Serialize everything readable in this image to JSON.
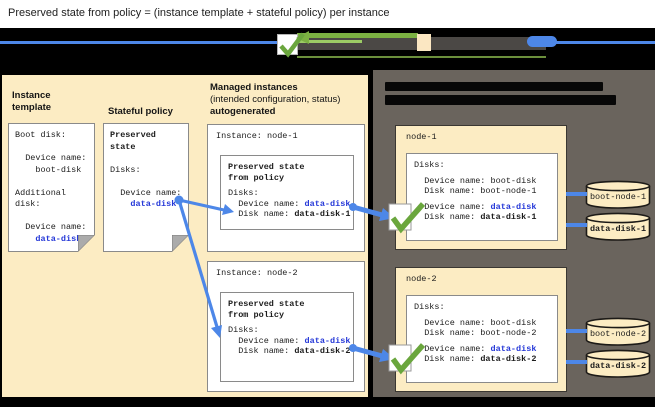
{
  "title": "Preserved state from policy = (instance template + stateful policy) per instance",
  "colors": {
    "cream_panel": "#fcecc3",
    "dark_panel": "#6a645d",
    "link_blue": "#2538d8",
    "arrow_blue": "#4d87e8",
    "check_green": "#6aa63d",
    "legend_green": "#7cb142"
  },
  "left_panel": {
    "instance_template": {
      "heading": "Instance template",
      "body": "Boot disk:\n\n  Device name:\n    boot-disk\n\nAdditional\ndisk:\n\n  Device name:\n",
      "data_disk_value": "    data-disk"
    },
    "stateful_policy": {
      "heading": "Stateful policy",
      "preserved_state_heading": "Preserved\nstate",
      "body": "\n\nDisks:\n\n  Device name:\n",
      "data_disk_value": "    data-disk"
    },
    "managed_instances": {
      "heading": "Managed instances",
      "subheading": "(intended configuration, status)",
      "subheading_2": "autogenerated",
      "node1": {
        "title": "Instance: node-1",
        "preserved_heading": "Preserved state\nfrom policy",
        "disks_label": "Disks:",
        "device_prefix": "  Device name: ",
        "device_value": "data-disk",
        "disk_prefix": "  Disk name: ",
        "disk_value": "data-disk-1"
      },
      "node2": {
        "title": "Instance: node-2",
        "preserved_heading": "Preserved state\nfrom policy",
        "disks_label": "Disks:",
        "device_prefix": "  Device name: ",
        "device_value": "data-disk",
        "disk_prefix": "  Disk name: ",
        "disk_value": "data-disk-2"
      }
    }
  },
  "right_panel": {
    "node1": {
      "title": "node-1",
      "disks_label": "Disks:",
      "boot_device_line": "  Device name: boot-disk",
      "boot_disk_line": "  Disk name: boot-node-1",
      "data_device_prefix": "  Device name: ",
      "data_device_value": "data-disk",
      "data_disk_prefix": "  Disk name: ",
      "data_disk_value": "data-disk-1",
      "boot_cylinder_label": "boot-node-1",
      "data_cylinder_label": "data-disk-1"
    },
    "node2": {
      "title": "node-2",
      "disks_label": "Disks:",
      "boot_device_line": "  Device name: boot-disk",
      "boot_disk_line": "  Disk name: boot-node-2",
      "data_device_prefix": "  Device name: ",
      "data_device_value": "data-disk",
      "data_disk_prefix": "  Disk name: ",
      "data_disk_value": "data-disk-2",
      "boot_cylinder_label": "boot-node-2",
      "data_cylinder_label": "data-disk-2"
    }
  }
}
